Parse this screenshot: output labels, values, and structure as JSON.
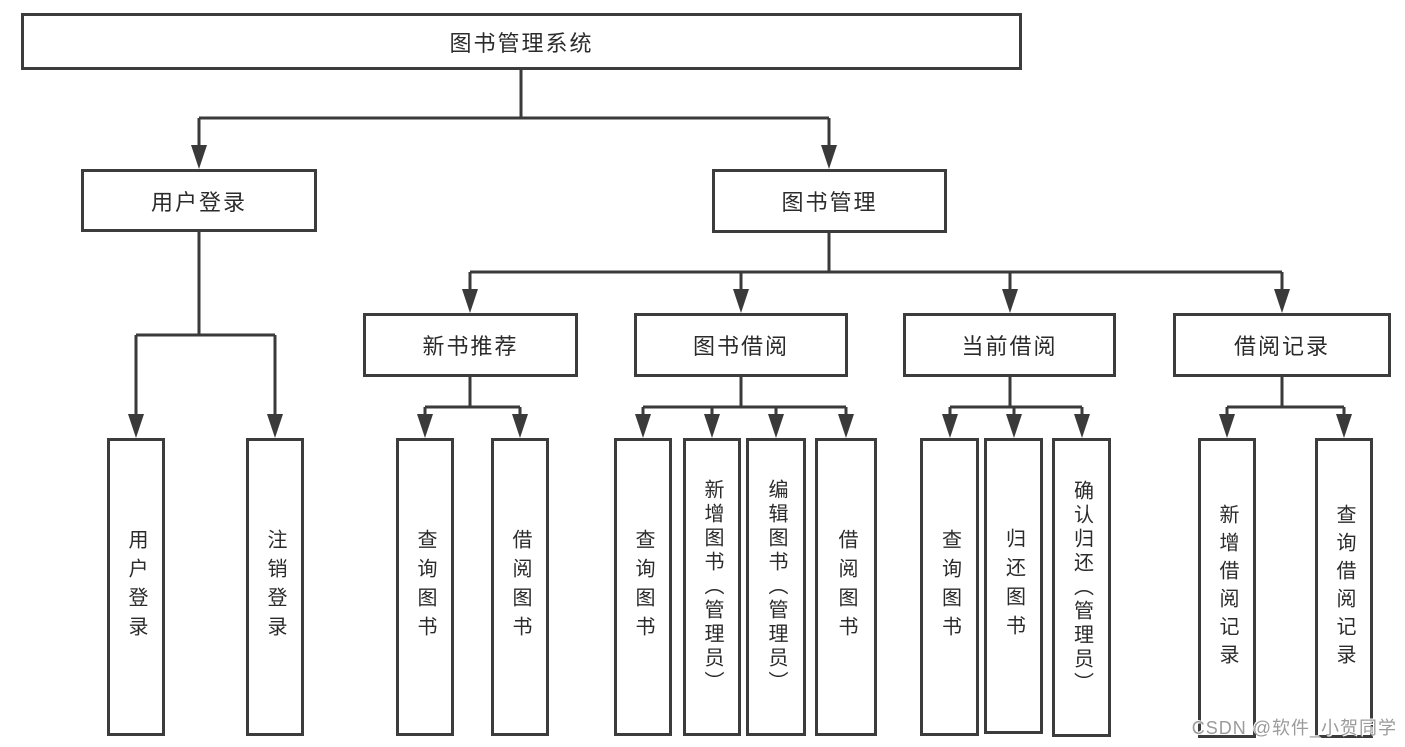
{
  "diagram": {
    "root": {
      "label": "图书管理系统"
    },
    "level1": {
      "user_login": {
        "label": "用户登录"
      },
      "book_mgmt": {
        "label": "图书管理"
      }
    },
    "level2": {
      "new_books": {
        "label": "新书推荐"
      },
      "borrow": {
        "label": "图书借阅"
      },
      "current": {
        "label": "当前借阅"
      },
      "records": {
        "label": "借阅记录"
      }
    },
    "leaves": {
      "user_login": [
        "用户登录",
        "注销登录"
      ],
      "new_books": [
        "查询图书",
        "借阅图书"
      ],
      "borrow": [
        "查询图书",
        "新增图书（管理员）",
        "编辑图书（管理员）",
        "借阅图书"
      ],
      "current": [
        "查询图书",
        "归还图书",
        "确认归还（管理员）"
      ],
      "records": [
        "新增借阅记录",
        "查询借阅记录"
      ]
    },
    "watermark": {
      "text": "CSDN @软件_小贺同学"
    },
    "colors": {
      "line": "#3a3a3a",
      "border": "#3c3c3c",
      "text": "#2b2b2b",
      "background": "#ffffff",
      "watermark": "#9b9b9b"
    }
  }
}
